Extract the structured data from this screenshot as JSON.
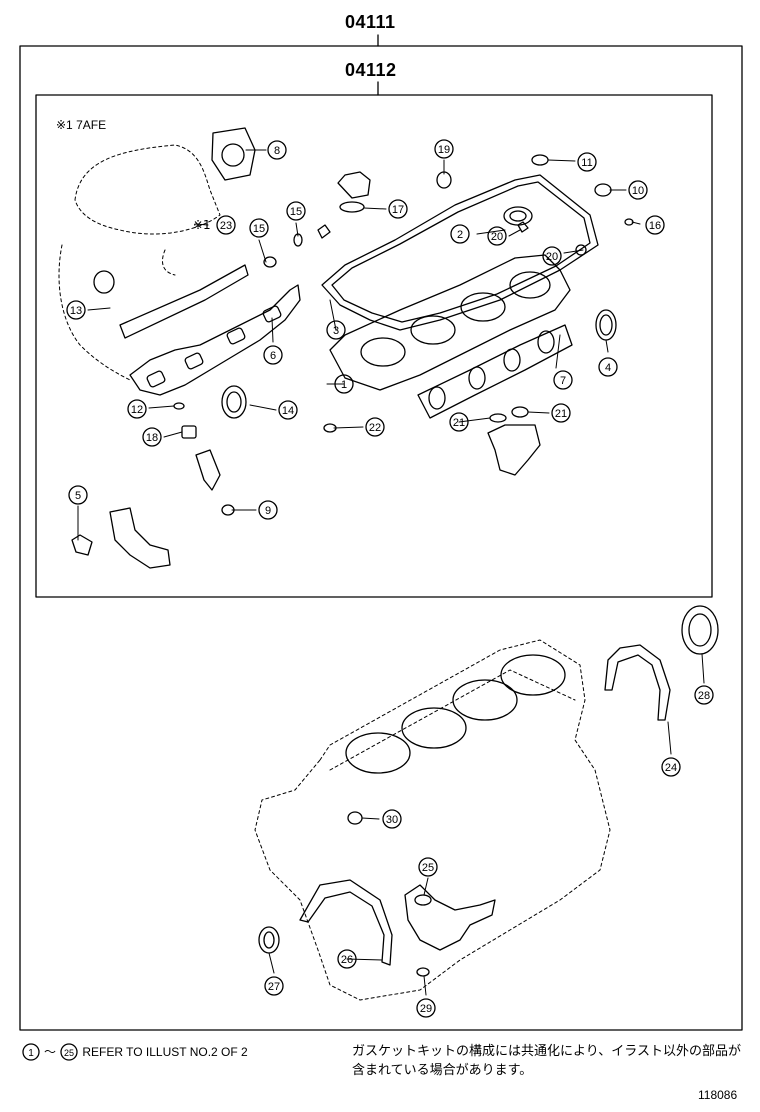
{
  "header": {
    "kit_part_number": "04111",
    "subkit_part_number": "04112"
  },
  "engine_note": "※1 7AFE",
  "callouts": [
    "1",
    "2",
    "3",
    "4",
    "5",
    "6",
    "7",
    "8",
    "9",
    "10",
    "11",
    "12",
    "13",
    "14",
    "15",
    "15",
    "16",
    "17",
    "18",
    "19",
    "20",
    "20",
    "21",
    "21",
    "22",
    "23",
    "24",
    "25",
    "26",
    "27",
    "28",
    "29",
    "30"
  ],
  "footer": {
    "reference_range_start": "1",
    "reference_range_sep": "〜",
    "reference_range_end": "25",
    "reference_text": "REFER TO ILLUST NO.2 OF 2",
    "japanese_note": "ガスケットキットの構成には共通化により、イラスト以外の部品が含まれている場合があります。",
    "illustration_id": "118086"
  }
}
